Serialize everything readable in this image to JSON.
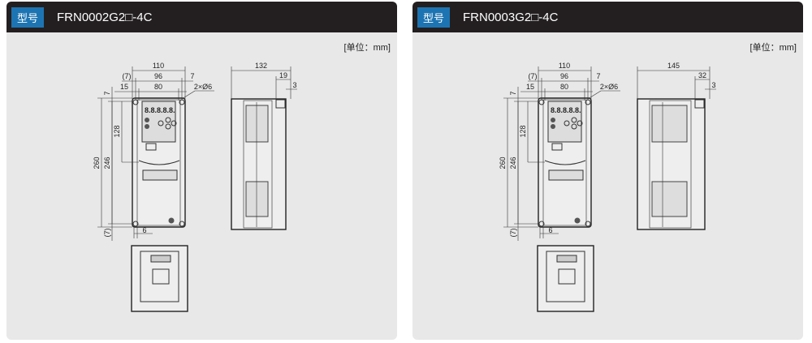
{
  "panels": [
    {
      "badge": "型号",
      "model": "FRN0002G2□-4C",
      "unit": "[单位：mm]",
      "dims": {
        "width_total": "110",
        "width_96": "96",
        "left_7": "(7)",
        "right_7": "7",
        "left_15": "15",
        "width_80": "80",
        "holes": "2×Ø6",
        "top_7": "7",
        "height_260": "260",
        "height_246": "246",
        "height_128": "128",
        "bottom_7": "(7)",
        "slot_6": "6",
        "depth": "132",
        "depth_offset": "19",
        "depth_3": "3"
      }
    },
    {
      "badge": "型号",
      "model": "FRN0003G2□-4C",
      "unit": "[单位：mm]",
      "dims": {
        "width_total": "110",
        "width_96": "96",
        "left_7": "(7)",
        "right_7": "7",
        "left_15": "15",
        "width_80": "80",
        "holes": "2×Ø6",
        "top_7": "7",
        "height_260": "260",
        "height_246": "246",
        "height_128": "128",
        "bottom_7": "(7)",
        "slot_6": "6",
        "depth": "145",
        "depth_offset": "32",
        "depth_3": "3"
      }
    }
  ]
}
